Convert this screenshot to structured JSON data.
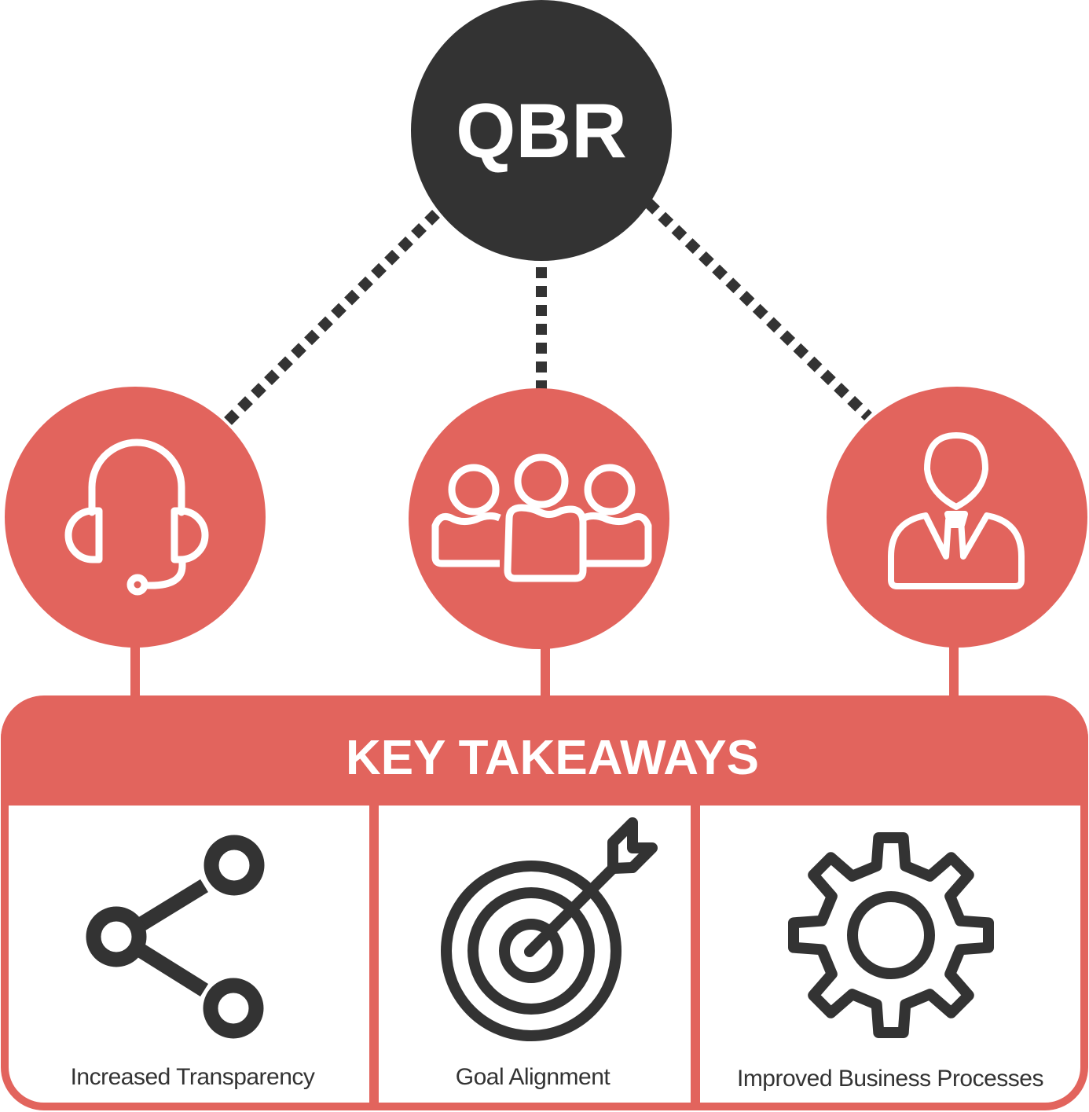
{
  "colors": {
    "accent": "#e2645d",
    "dark": "#333333",
    "background": "#ffffff",
    "icon_on_accent": "#ffffff"
  },
  "hub": {
    "label": "QBR",
    "connector_style": "dotted"
  },
  "stakeholders": [
    {
      "icon": "headset-icon",
      "meaning": "support"
    },
    {
      "icon": "group-icon",
      "meaning": "team"
    },
    {
      "icon": "businessman-icon",
      "meaning": "executive"
    }
  ],
  "banner": {
    "title": "KEY TAKEAWAYS"
  },
  "takeaways": [
    {
      "icon": "share-icon",
      "label": "Increased Transparency"
    },
    {
      "icon": "target-icon",
      "label": "Goal Alignment"
    },
    {
      "icon": "gear-icon",
      "label": "Improved Business Processes"
    }
  ]
}
